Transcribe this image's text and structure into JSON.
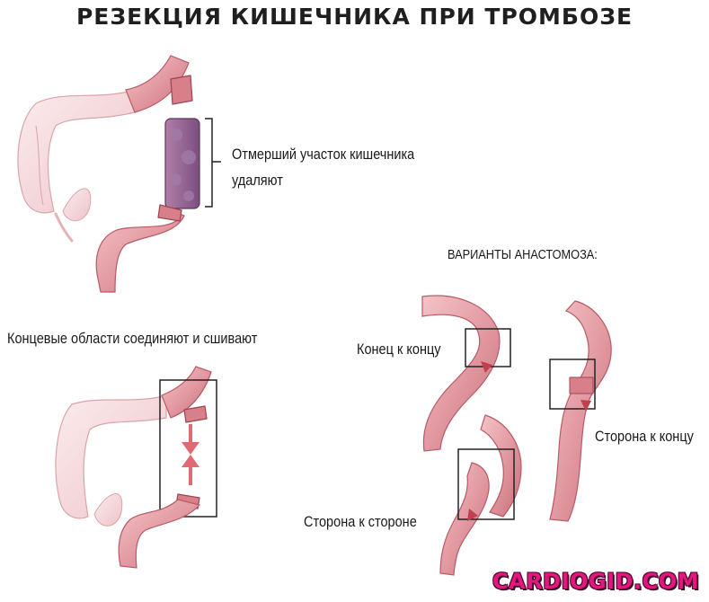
{
  "title": "РЕЗЕКЦИЯ КИШЕЧНИКА ПРИ ТРОМБОЗЕ",
  "labels": {
    "dead_segment_line1": "Отмерший участок кишечника",
    "dead_segment_line2": "удаляют",
    "ends_joined": "Концевые области соединяют и сшивают",
    "anastomosis_variants": "ВАРИАНТЫ АНАСТОМОЗА:",
    "end_to_end": "Конец к концу",
    "side_to_end": "Сторона к концу",
    "side_to_side": "Сторона к стороне"
  },
  "logo": "CARDIOGID.COM",
  "colors": {
    "bowel": "#e8a3a9",
    "bowel_dark": "#b85a66",
    "colon_pale": "#f3d6d8",
    "dead_tissue": "#8e5f8e",
    "arrow": "#e06a73",
    "brand": "#e5177e"
  }
}
